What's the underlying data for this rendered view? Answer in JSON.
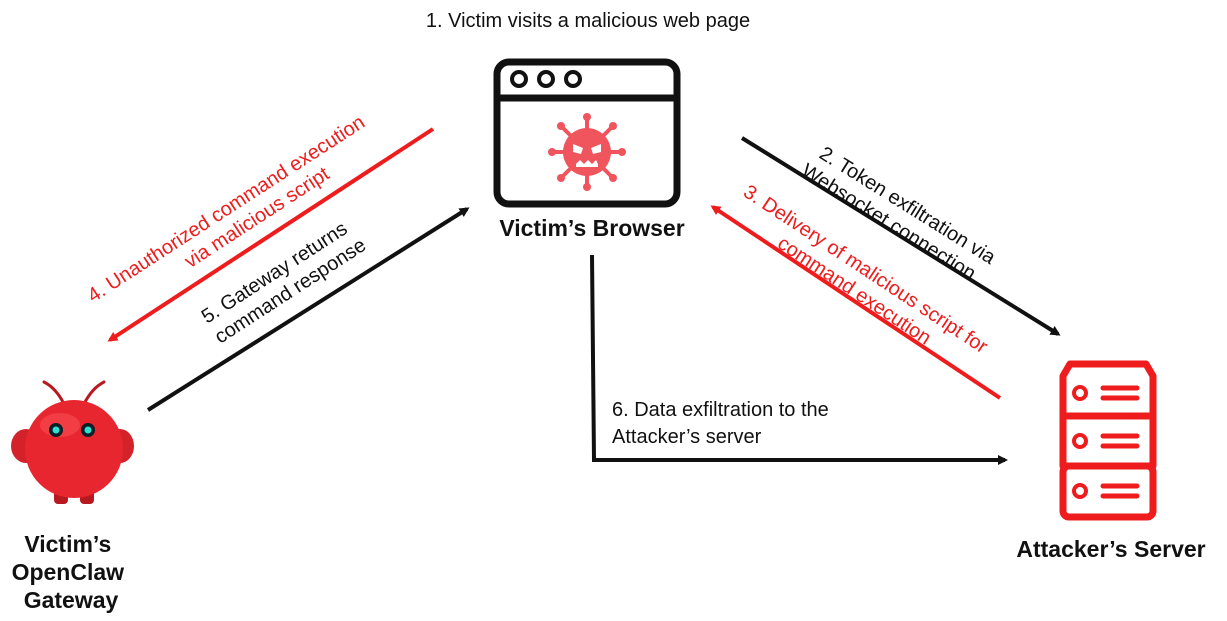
{
  "nodes": {
    "browser": {
      "label": "Victim’s Browser"
    },
    "gateway": {
      "label_lines": [
        "Victim’s",
        "OpenClaw",
        "Gateway"
      ]
    },
    "server": {
      "label": "Attacker’s Server"
    }
  },
  "steps": {
    "step1": {
      "lines": [
        "1. Victim visits a malicious web page"
      ]
    },
    "step2": {
      "lines": [
        "2. Token exfiltration via",
        "Websocket connection"
      ]
    },
    "step3": {
      "lines": [
        "3. Delivery of malicious script for",
        "command execution"
      ]
    },
    "step4": {
      "lines": [
        "4. Unauthorized command execution",
        "via malicious script"
      ]
    },
    "step5": {
      "lines": [
        "5. Gateway returns",
        "command response"
      ]
    },
    "step6": {
      "lines": [
        "6. Data exfiltration to the",
        "Attacker’s server"
      ]
    }
  },
  "colors": {
    "black": "#111111",
    "red": "#ee1c1c",
    "virus": "#f0545d",
    "creature": "#e8262f"
  },
  "icons": [
    "browser-window-icon",
    "virus-icon",
    "server-rack-icon",
    "openclaw-creature-icon"
  ]
}
